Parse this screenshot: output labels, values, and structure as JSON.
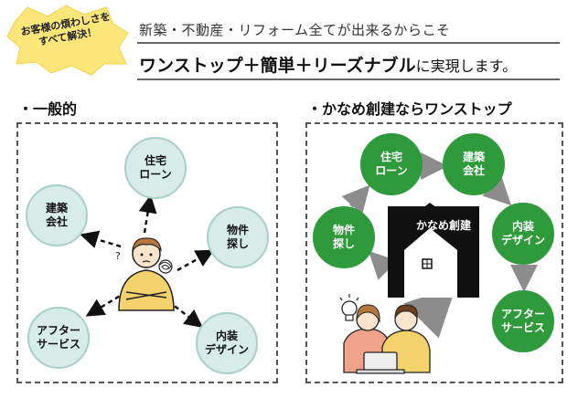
{
  "header": {
    "burst_text": "お客様の煩わしさを\nすべて解決！",
    "tagline": "新築・不動産・リフォーム全てが出来るからこそ",
    "headline": "ワンストップ＋簡単＋リーズナブル",
    "headline_suffix": "に実現します。"
  },
  "general": {
    "title": "・一般的",
    "nodes": [
      "住宅\nローン",
      "建築\n会社",
      "物件\n探し",
      "アフター\nサービス",
      "内装\nデザイン"
    ],
    "question_mark": "?"
  },
  "kaname": {
    "title": "・かなめ創建ならワンストップ",
    "company": "かなめ創建",
    "nodes": [
      "住宅\nローン",
      "建築\n会社",
      "内装\nデザイン",
      "アフター\nサービス",
      "物件\n探し"
    ]
  },
  "colors": {
    "green": "#2e9a3c",
    "light_circle": "#d7ebe8",
    "burst": "#fbe67a",
    "house": "#111111",
    "arrow": "#8c8c8c"
  },
  "icons": [
    "burst-shape",
    "confused-person-icon",
    "tangle-icon",
    "house-icon",
    "lightbulb-icon",
    "couple-icon",
    "laptop-icon"
  ]
}
